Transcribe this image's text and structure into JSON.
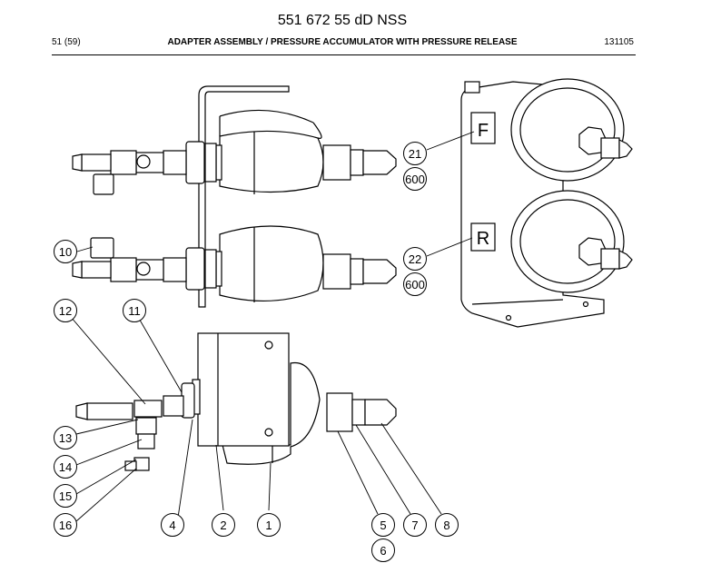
{
  "document": {
    "title": "551 672 55 dD NSS",
    "page": "51 (59)",
    "heading": "ADAPTER ASSEMBLY / PRESSURE ACCUMULATOR WITH PRESSURE RELEASE",
    "code": "131105"
  },
  "callouts": [
    "21",
    "600",
    "22",
    "600",
    "10",
    "12",
    "11",
    "13",
    "14",
    "15",
    "16",
    "4",
    "2",
    "1",
    "5",
    "6",
    "7",
    "8"
  ],
  "labels": {
    "top_accumulator": "F",
    "bottom_accumulator": "R"
  }
}
